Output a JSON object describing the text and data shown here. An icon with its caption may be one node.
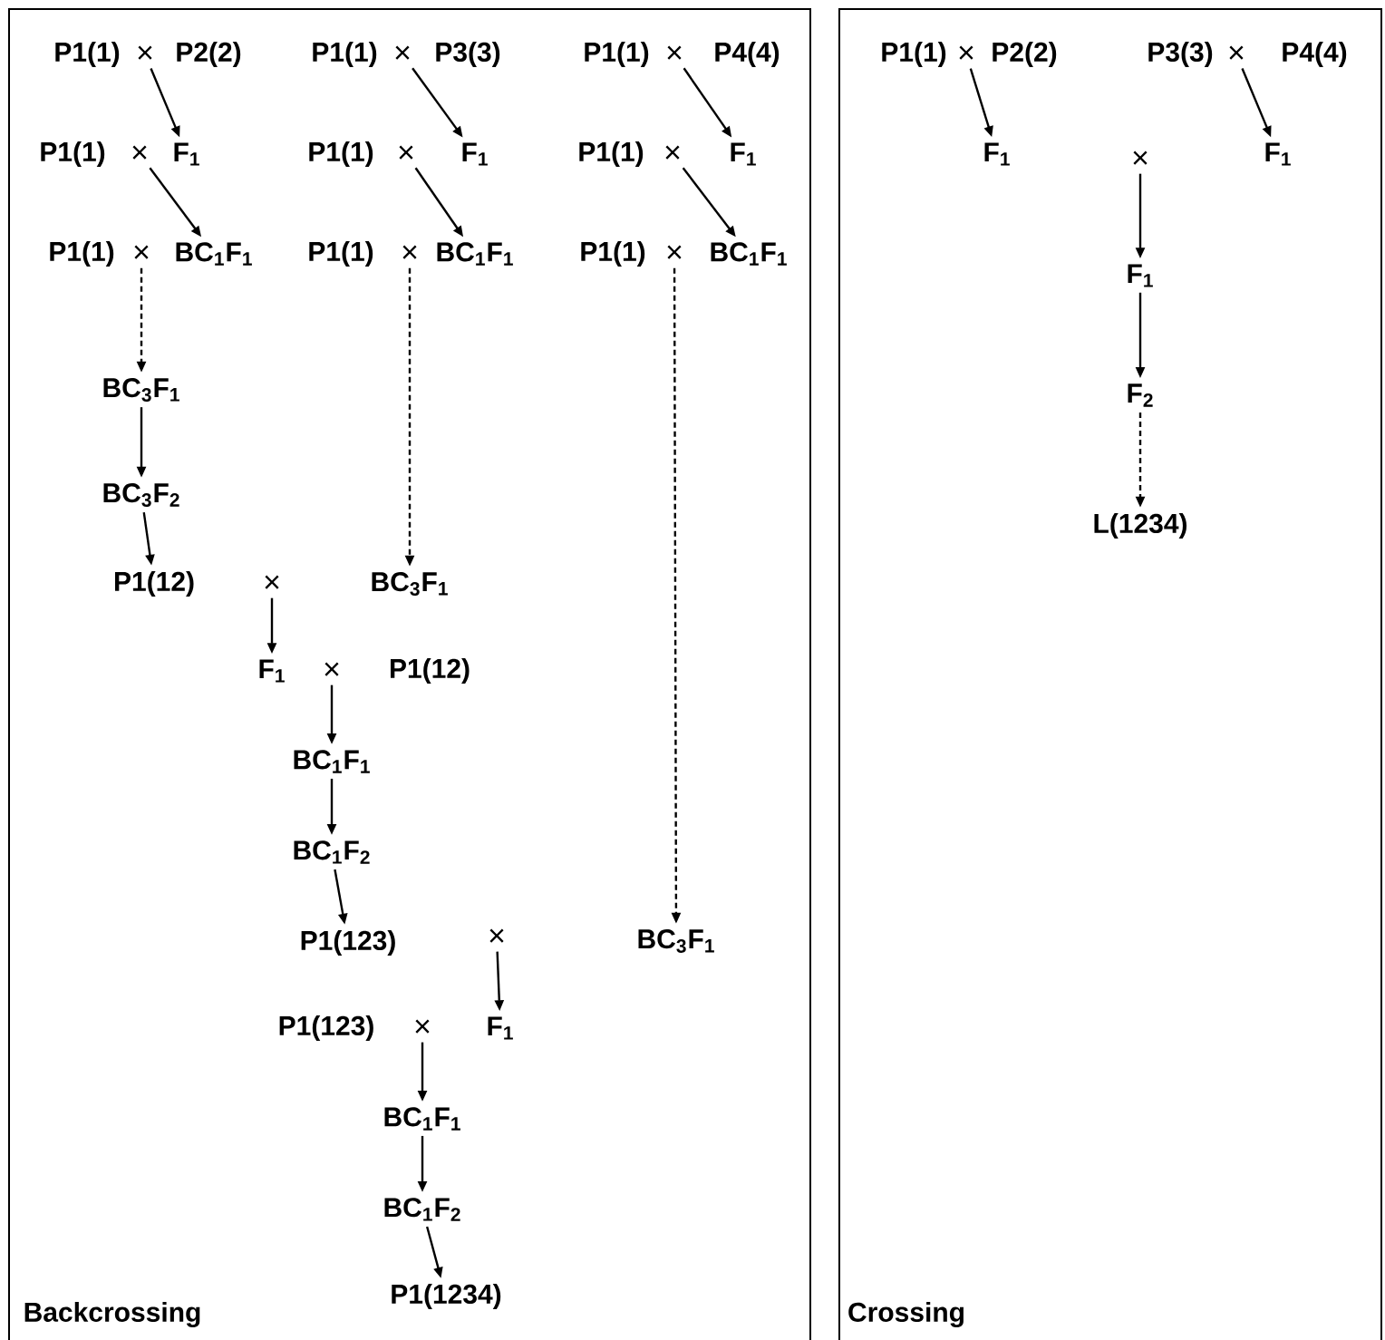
{
  "diagram": {
    "nodes": [
      {
        "text": [
          "Backcrossing"
        ]
      },
      {
        "text": [
          "P1(1)"
        ],
        "in": 0
      },
      {
        "text": [
          "×"
        ],
        "in": 0
      },
      {
        "text": [
          "P2(2)"
        ],
        "in": 0
      },
      {
        "text": [
          "P1(1)"
        ],
        "in": 0
      },
      {
        "text": [
          "×"
        ],
        "in": 0
      },
      {
        "text": [
          "P3(3)"
        ],
        "in": 0
      },
      {
        "text": [
          "P1(1)"
        ],
        "in": 0
      },
      {
        "text": [
          "×"
        ],
        "in": 0
      },
      {
        "text": [
          "P4(4)"
        ],
        "in": 0
      },
      {
        "text": [
          "P1(1)"
        ],
        "in": 0
      },
      {
        "text": [
          "×"
        ],
        "in": 0
      },
      {
        "text": [
          "F$_{1}$"
        ],
        "in": 0
      },
      {
        "text": [
          "P1(1)"
        ],
        "in": 0
      },
      {
        "text": [
          "×"
        ],
        "in": 0
      },
      {
        "text": [
          "F$_{1}$"
        ],
        "in": 0
      },
      {
        "text": [
          "P1(1)"
        ],
        "in": 0
      },
      {
        "text": [
          "×"
        ],
        "in": 0
      },
      {
        "text": [
          "F$_{1}$"
        ],
        "in": 0
      },
      {
        "text": [
          "P1(1)"
        ],
        "in": 0
      },
      {
        "text": [
          "×"
        ],
        "in": 0
      },
      {
        "text": [
          "BC$_{1}$F$_{1}$"
        ],
        "in": 0
      },
      {
        "text": [
          "P1(1)"
        ],
        "in": 0
      },
      {
        "text": [
          "×"
        ],
        "in": 0
      },
      {
        "text": [
          "BC$_{1}$F$_{1}$"
        ],
        "in": 0
      },
      {
        "text": [
          "P1(1)"
        ],
        "in": 0
      },
      {
        "text": [
          "×"
        ],
        "in": 0
      },
      {
        "text": [
          "BC$_{1}$F$_{1}$"
        ],
        "in": 0
      },
      {
        "text": [
          "BC$_{3}$F$_{1}$"
        ],
        "in": 0
      },
      {
        "text": [
          "BC$_{3}$F$_{2}$"
        ],
        "in": 0
      },
      {
        "text": [
          "P1(12)"
        ],
        "in": 0
      },
      {
        "text": [
          "×"
        ],
        "in": 0
      },
      {
        "text": [
          "BC$_{3}$F$_{1}$"
        ],
        "in": 0
      },
      {
        "text": [
          "F$_{1}$"
        ],
        "in": 0
      },
      {
        "text": [
          "×"
        ],
        "in": 0
      },
      {
        "text": [
          "P1(12)"
        ],
        "in": 0
      },
      {
        "text": [
          "BC$_{1}$F$_{1}$"
        ],
        "in": 0
      },
      {
        "text": [
          "BC$_{1}$F$_{2}$"
        ],
        "in": 0
      },
      {
        "text": [
          "P1(123)"
        ],
        "in": 0
      },
      {
        "text": [
          "×"
        ],
        "in": 0
      },
      {
        "text": [
          "BC$_{3}$F$_{1}$"
        ],
        "in": 0
      },
      {
        "text": [
          "P1(123)"
        ],
        "in": 0
      },
      {
        "text": [
          "×"
        ],
        "in": 0
      },
      {
        "text": [
          "F$_{1}$"
        ],
        "in": 0
      },
      {
        "text": [
          "BC$_{1}$F$_{1}$"
        ],
        "in": 0
      },
      {
        "text": [
          "BC$_{1}$F$_{2}$"
        ],
        "in": 0
      },
      {
        "text": [
          "P1(1234)"
        ],
        "in": 0
      },
      {
        "text": [
          "Crossing"
        ]
      },
      {
        "text": [
          "P1(1)"
        ],
        "in": 47
      },
      {
        "text": [
          "×"
        ],
        "in": 47
      },
      {
        "text": [
          "P2(2)"
        ],
        "in": 47
      },
      {
        "text": [
          "P3(3)"
        ],
        "in": 47
      },
      {
        "text": [
          "×"
        ],
        "in": 47
      },
      {
        "text": [
          "P4(4)"
        ],
        "in": 47
      },
      {
        "text": [
          "F$_{1}$"
        ],
        "in": 47
      },
      {
        "text": [
          "×"
        ],
        "in": 47
      },
      {
        "text": [
          "F$_{1}$"
        ],
        "in": 47
      },
      {
        "text": [
          "F$_{1}$"
        ],
        "in": 47
      },
      {
        "text": [
          "F$_{2}$"
        ],
        "in": 47
      },
      {
        "text": [
          "L(1234)"
        ],
        "in": 47
      }
    ],
    "edges": [
      {
        "from": 2,
        "to": 12,
        "arrow": "to"
      },
      {
        "from": 11,
        "to": 21,
        "arrow": "to"
      },
      {
        "from": 20,
        "to": 28,
        "arrow": "to",
        "style": "dashed"
      },
      {
        "from": 28,
        "to": 29,
        "arrow": "to"
      },
      {
        "from": 29,
        "to": 30,
        "arrow": "to"
      },
      {
        "from": 31,
        "to": 33,
        "arrow": "to"
      },
      {
        "from": 34,
        "to": 36,
        "arrow": "to"
      },
      {
        "from": 36,
        "to": 37,
        "arrow": "to"
      },
      {
        "from": 37,
        "to": 38,
        "arrow": "to"
      },
      {
        "from": 39,
        "to": 43,
        "arrow": "to"
      },
      {
        "from": 42,
        "to": 44,
        "arrow": "to"
      },
      {
        "from": 44,
        "to": 45,
        "arrow": "to"
      },
      {
        "from": 45,
        "to": 46,
        "arrow": "to"
      },
      {
        "from": 5,
        "to": 15,
        "arrow": "to"
      },
      {
        "from": 14,
        "to": 24,
        "arrow": "to"
      },
      {
        "from": 23,
        "to": 32,
        "arrow": "to",
        "style": "dashed"
      },
      {
        "from": 8,
        "to": 18,
        "arrow": "to"
      },
      {
        "from": 17,
        "to": 27,
        "arrow": "to"
      },
      {
        "from": 26,
        "to": 40,
        "arrow": "to",
        "style": "dashed"
      },
      {
        "from": 49,
        "to": 54,
        "arrow": "to"
      },
      {
        "from": 52,
        "to": 56,
        "arrow": "to"
      },
      {
        "from": 55,
        "to": 57,
        "arrow": "to"
      },
      {
        "from": 57,
        "to": 58,
        "arrow": "to"
      },
      {
        "from": 58,
        "to": 59,
        "arrow": "to",
        "style": "dashed"
      }
    ]
  }
}
